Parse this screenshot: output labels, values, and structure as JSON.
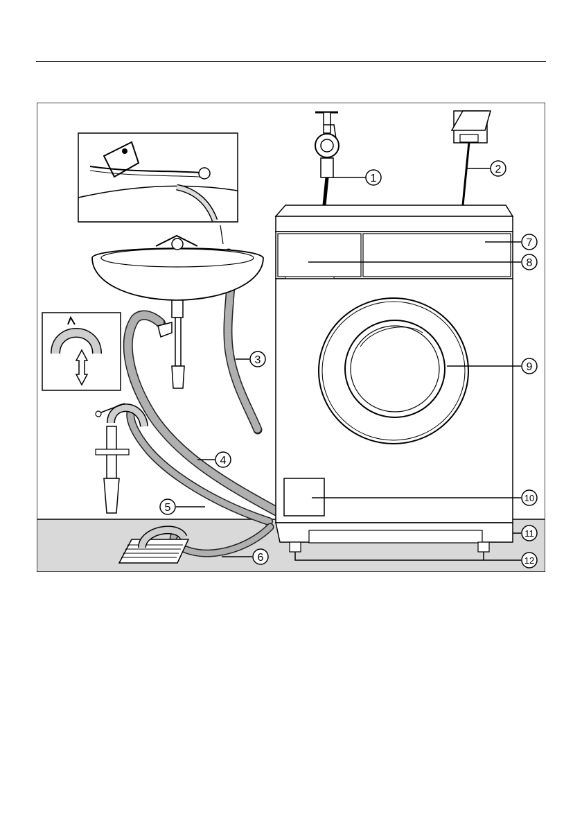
{
  "callouts": [
    {
      "number": "1",
      "label": "1"
    },
    {
      "number": "2",
      "label": "2"
    },
    {
      "number": "3",
      "label": "3"
    },
    {
      "number": "4",
      "label": "4"
    },
    {
      "number": "5",
      "label": "5"
    },
    {
      "number": "6",
      "label": "6"
    },
    {
      "number": "7",
      "label": "7"
    },
    {
      "number": "8",
      "label": "8"
    },
    {
      "number": "9",
      "label": "9"
    },
    {
      "number": "10",
      "label": "10"
    },
    {
      "number": "11",
      "label": "11"
    },
    {
      "number": "12",
      "label": "12"
    }
  ],
  "colors": {
    "line": "#000000",
    "floor": "#d9d9d9",
    "hose": "#8c8c8c",
    "background": "#ffffff"
  }
}
